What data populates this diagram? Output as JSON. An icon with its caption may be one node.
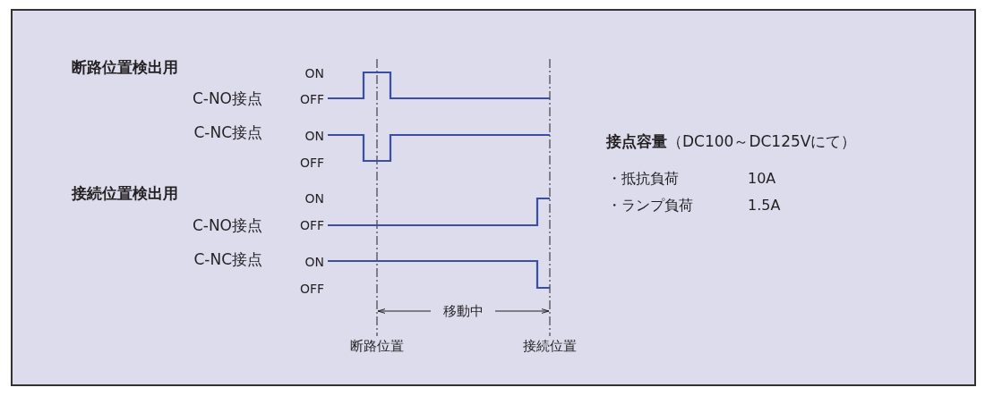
{
  "diagram": {
    "labels": [
      "断路位置検出用",
      "ON",
      "C-NO接点",
      "OFF",
      "C-NC接点",
      "ON",
      "OFF",
      "接続位置検出用",
      "ON",
      "C-NO接点",
      "OFF",
      "C-NC接点",
      "ON",
      "OFF",
      "移動中",
      "断路位置",
      "接続位置",
      "**接点容量**（DC100～DC125Vにて）",
      "・抵抗負荷",
      "10A",
      "・ランプ負荷",
      "1.5A"
    ]
  }
}
